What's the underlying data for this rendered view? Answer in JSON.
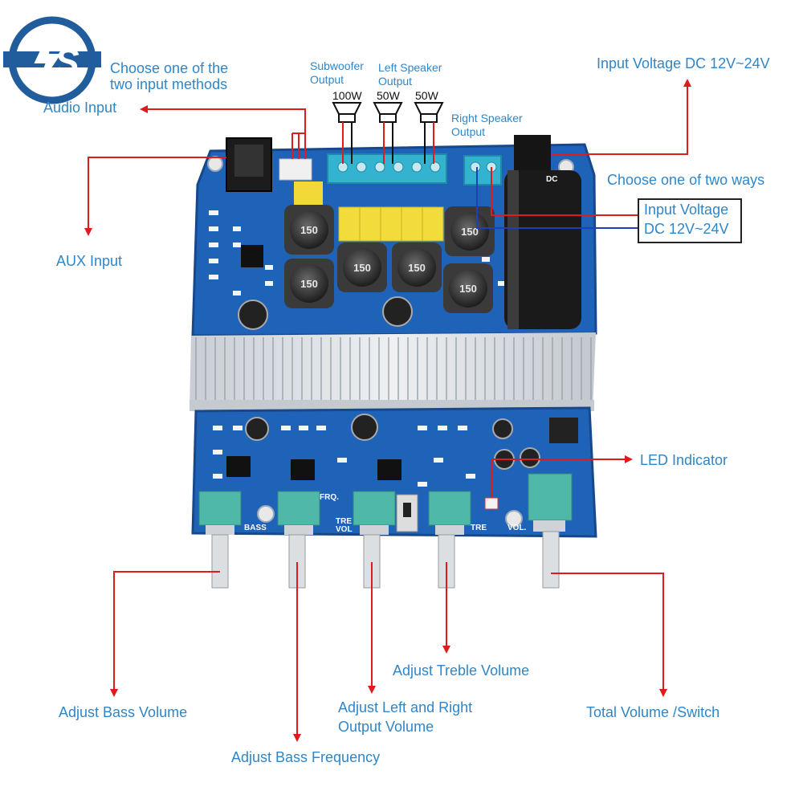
{
  "logo": {
    "name": "brand-logo"
  },
  "labels": {
    "choose_input": [
      "Choose one of the",
      "two input methods"
    ],
    "audio_input": "Audio Input",
    "aux_input": "AUX Input",
    "subwoofer_output": [
      "Subwoofer",
      "Output"
    ],
    "left_speaker_output": [
      "Left Speaker",
      "Output"
    ],
    "right_speaker_output": [
      "Right Speaker",
      "Output"
    ],
    "sub_watt": "100W",
    "left_watt": "50W",
    "right_watt": "50W",
    "input_voltage_top": "Input Voltage DC 12V~24V",
    "choose_two_ways": "Choose one of two ways",
    "input_voltage_box": [
      "Input Voltage",
      "DC 12V~24V"
    ],
    "led_indicator": "LED Indicator",
    "adjust_treble": "Adjust Treble Volume",
    "adjust_bass_volume": "Adjust Bass Volume",
    "adjust_lr": [
      "Adjust Left and Right",
      "Output Volume"
    ],
    "total_volume": "Total Volume /Switch",
    "adjust_bass_freq": "Adjust Bass Frequency"
  },
  "board_silkscreen": {
    "bass": "BASS",
    "frq": "FRQ.",
    "tre_vol": [
      "TRE",
      "VOL"
    ],
    "tre": "TRE",
    "vol": "VOL.",
    "dc": "DC",
    "inductor": "150"
  },
  "colors": {
    "label_blue": "#2f86c8",
    "arrow_red": "#e01b1b",
    "board_blue": "#1f63b8",
    "heatsink": "#d9dde2",
    "pot_teal": "#4fb8a8",
    "capacitor_yellow": "#f1dc3c"
  }
}
